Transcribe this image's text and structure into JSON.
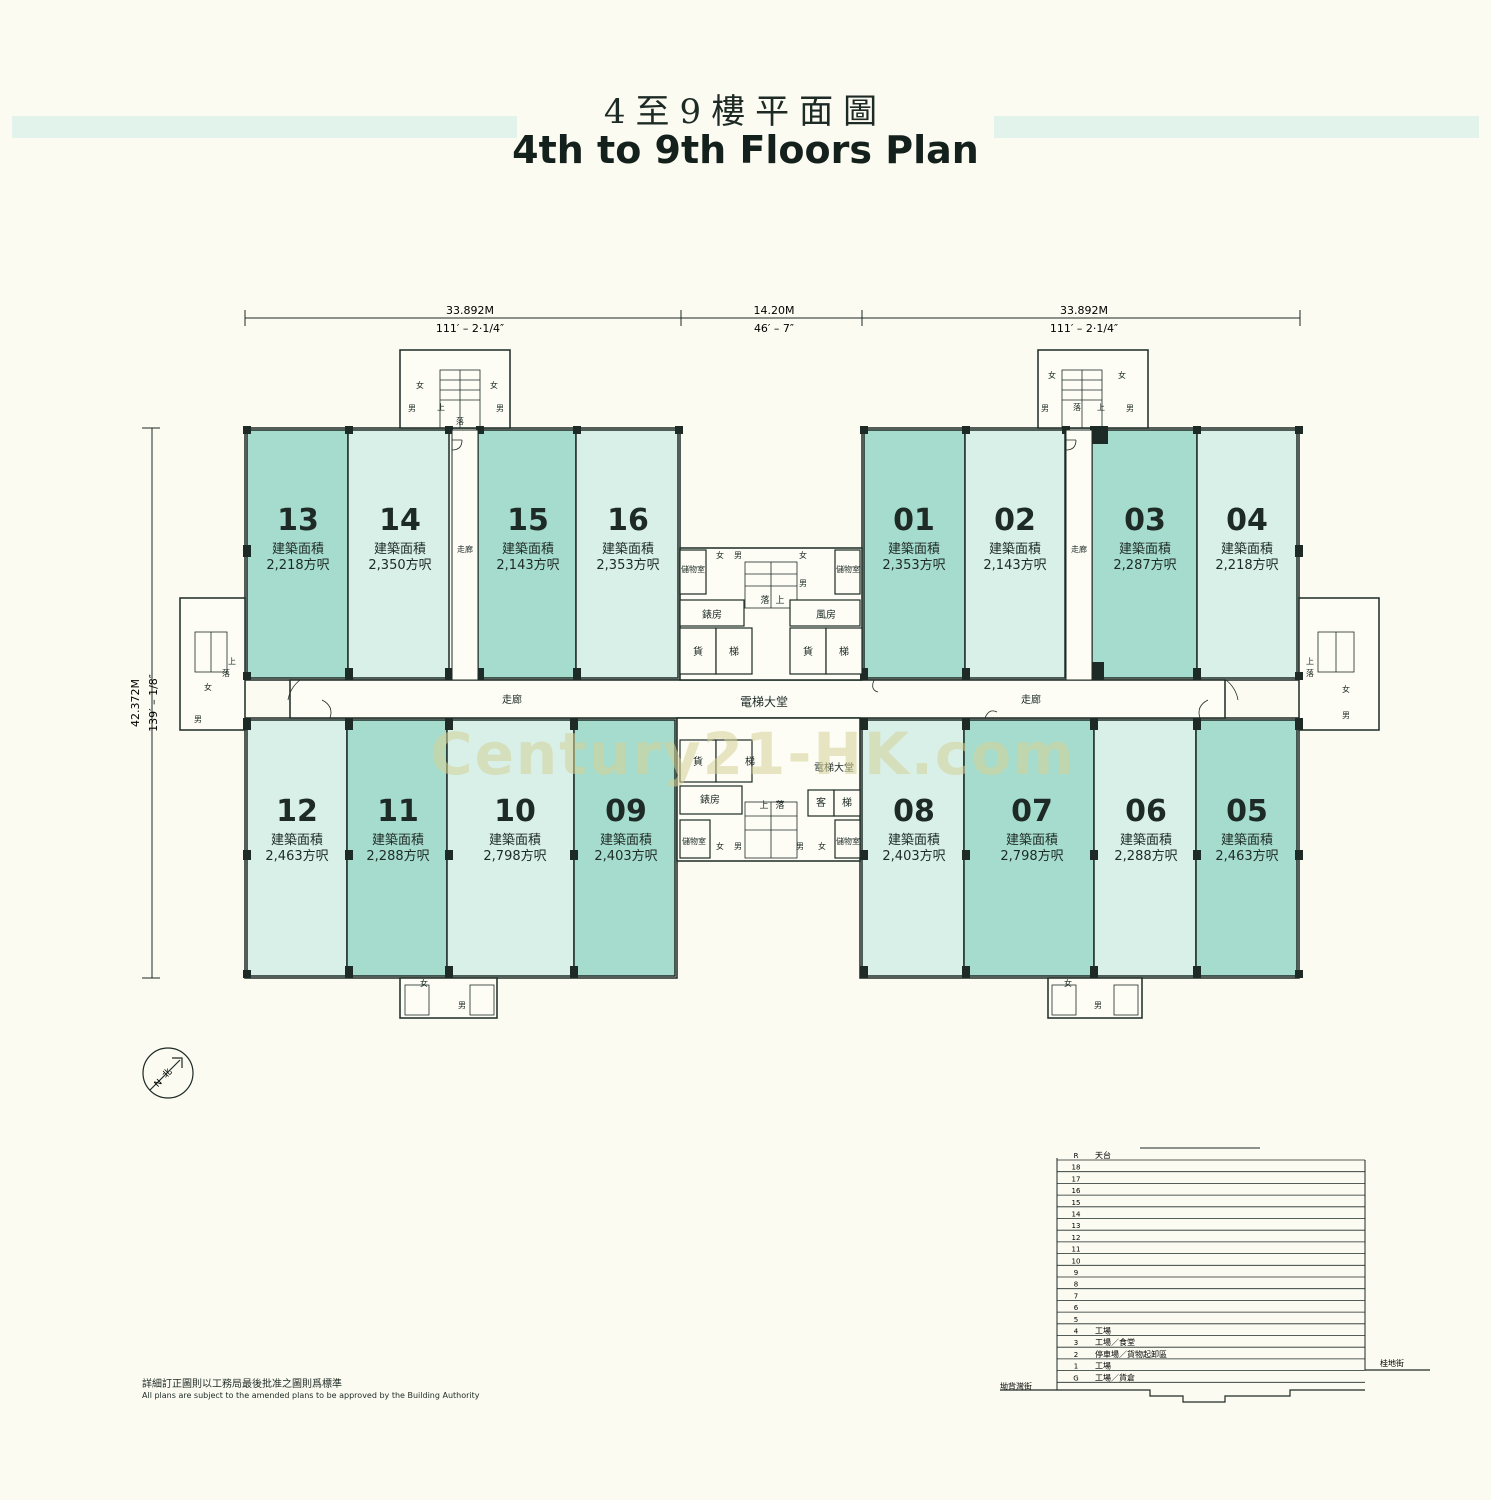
{
  "title": {
    "chinese": "4至9樓平面圖",
    "english": "4th to 9th Floors Plan"
  },
  "dimensions": {
    "left_width_m": "33.892M",
    "left_width_ft": "111′ – 2·1/4″",
    "middle_width_m": "14.20M",
    "middle_width_ft": "46′ – 7″",
    "right_width_m": "33.892M",
    "right_width_ft": "111′ – 2·1/4″",
    "depth_m": "42.372M",
    "depth_ft": "139′ – 1/8″"
  },
  "unit_area_label": "建築面積",
  "units": [
    {
      "no": "13",
      "area": "2,218方呎"
    },
    {
      "no": "14",
      "area": "2,350方呎"
    },
    {
      "no": "15",
      "area": "2,143方呎"
    },
    {
      "no": "16",
      "area": "2,353方呎"
    },
    {
      "no": "01",
      "area": "2,353方呎"
    },
    {
      "no": "02",
      "area": "2,143方呎"
    },
    {
      "no": "03",
      "area": "2,287方呎"
    },
    {
      "no": "04",
      "area": "2,218方呎"
    },
    {
      "no": "12",
      "area": "2,463方呎"
    },
    {
      "no": "11",
      "area": "2,288方呎"
    },
    {
      "no": "10",
      "area": "2,798方呎"
    },
    {
      "no": "09",
      "area": "2,403方呎"
    },
    {
      "no": "08",
      "area": "2,403方呎"
    },
    {
      "no": "07",
      "area": "2,798方呎"
    },
    {
      "no": "06",
      "area": "2,288方呎"
    },
    {
      "no": "05",
      "area": "2,463方呎"
    }
  ],
  "labels": {
    "corridor": "走廊",
    "lift_lobby": "電梯大堂",
    "lift_lobby_lower": "電梯大堂",
    "meter_room": "錶房",
    "fan_room": "風房",
    "goods": "貨",
    "lift": "梯",
    "passenger": "客",
    "store_room": "儲物室",
    "male": "男",
    "female": "女",
    "up": "上",
    "down": "落",
    "north": "北",
    "north_letter": "N"
  },
  "watermark": "Century21-HK.com",
  "disclaimer": {
    "chinese": "詳細訂正圖則以工務局最後批准之圖則爲標準",
    "english": "All plans are subject to the amended plans to be approved by the Building Authority"
  },
  "section": {
    "floors": [
      {
        "level": "R",
        "use": "天台"
      },
      {
        "level": "18",
        "use": ""
      },
      {
        "level": "17",
        "use": ""
      },
      {
        "level": "16",
        "use": ""
      },
      {
        "level": "15",
        "use": ""
      },
      {
        "level": "14",
        "use": ""
      },
      {
        "level": "13",
        "use": ""
      },
      {
        "level": "12",
        "use": ""
      },
      {
        "level": "11",
        "use": ""
      },
      {
        "level": "10",
        "use": ""
      },
      {
        "level": "9",
        "use": ""
      },
      {
        "level": "8",
        "use": ""
      },
      {
        "level": "7",
        "use": ""
      },
      {
        "level": "6",
        "use": ""
      },
      {
        "level": "5",
        "use": ""
      },
      {
        "level": "4",
        "use": "工場"
      },
      {
        "level": "3",
        "use": "工場／食堂"
      },
      {
        "level": "2",
        "use": "停車場／貨物起卸區"
      },
      {
        "level": "1",
        "use": "工場"
      },
      {
        "level": "G",
        "use": "工場／貨倉"
      }
    ],
    "street_left": "坳背灣街",
    "street_right": "桂地街"
  },
  "colors": {
    "dark_green": "#a6dccd",
    "light_green": "#d8f0e8",
    "background": "#fbfbf1",
    "line": "#1d2a25"
  }
}
